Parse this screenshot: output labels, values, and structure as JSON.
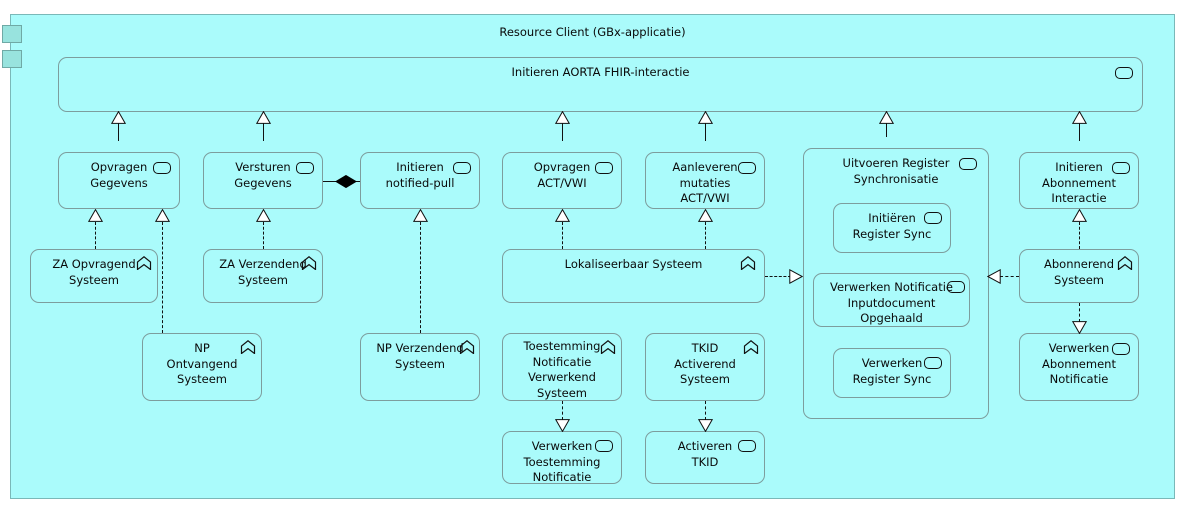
{
  "diagram": {
    "title": "Resource Client (GBx-applicatie)",
    "type": "archimate-application-component",
    "icons": {
      "component": "component-icon",
      "service": "application-service-icon",
      "role": "application-role-icon"
    },
    "colors": {
      "fill": "#aafbfb",
      "nub_fill": "#98e3de",
      "border": "#7d9d9d",
      "line": "#111111",
      "text": "#0a0a0a"
    }
  },
  "main_service": {
    "label": "Initieren AORTA FHIR-interactie",
    "icon": "application-service-icon"
  },
  "services_row1": [
    {
      "label": "Opvragen\nGegevens",
      "icon": "application-service-icon"
    },
    {
      "label": "Versturen\nGegevens",
      "icon": "application-service-icon"
    },
    {
      "label": "Initieren\nnotified-pull",
      "icon": "application-service-icon"
    },
    {
      "label": "Opvragen\nACT/VWI",
      "icon": "application-service-icon"
    },
    {
      "label": "Aanleveren\nmutaties\nACT/VWI",
      "icon": "application-service-icon"
    },
    {
      "label": "Initieren\nAbonnement\nInteractie",
      "icon": "application-service-icon"
    }
  ],
  "register_sync": {
    "label": "Uitvoeren Register\nSynchronisatie",
    "icon": "application-service-icon",
    "children": [
      {
        "label": "Initiëren\nRegister Sync",
        "icon": "application-service-icon"
      },
      {
        "label": "Verwerken Notificatie\nInputdocument\nOpgehaald",
        "icon": "application-service-icon"
      },
      {
        "label": "Verwerken\nRegister Sync",
        "icon": "application-service-icon"
      }
    ]
  },
  "roles": [
    {
      "label": "ZA Opvragend\nSysteem",
      "icon": "application-role-icon"
    },
    {
      "label": "ZA Verzendend\nSysteem",
      "icon": "application-role-icon"
    },
    {
      "label": "Lokaliseerbaar Systeem",
      "icon": "application-role-icon"
    },
    {
      "label": "Abonnerend\nSysteem",
      "icon": "application-role-icon"
    },
    {
      "label": "NP\nOntvangend\nSysteem",
      "icon": "application-role-icon"
    },
    {
      "label": "NP Verzendend\nSysteem",
      "icon": "application-role-icon"
    },
    {
      "label": "Toestemming\nNotificatie\nVerwerkend\nSysteem",
      "icon": "application-role-icon"
    },
    {
      "label": "TKID\nActiverend\nSysteem",
      "icon": "application-role-icon"
    }
  ],
  "services_bottom": [
    {
      "label": "Verwerken\nAbonnement\nNotificatie",
      "icon": "application-service-icon"
    },
    {
      "label": "Verwerken\nToestemming\nNotificatie",
      "icon": "application-service-icon"
    },
    {
      "label": "Activeren\nTKID",
      "icon": "application-service-icon"
    }
  ]
}
